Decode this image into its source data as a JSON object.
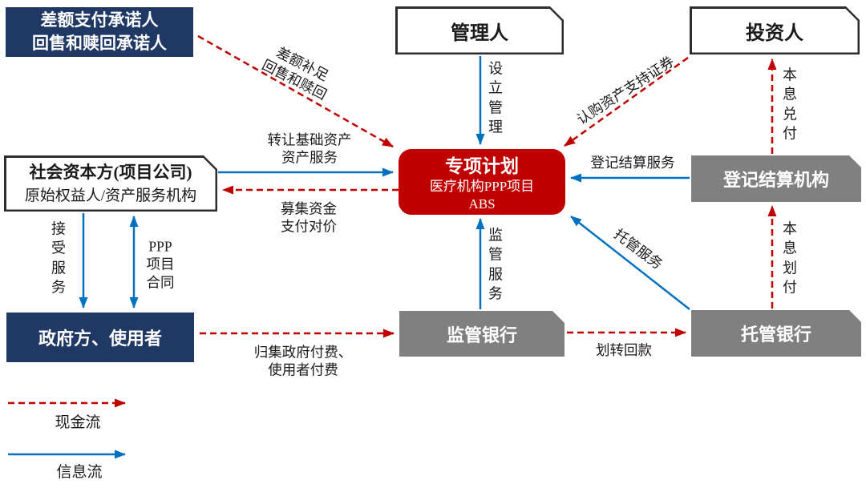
{
  "diagram": {
    "nodes": {
      "promisor": {
        "label": "差额支付承诺人\n回售和赎回承诺人"
      },
      "manager": {
        "label": "管理人"
      },
      "investor": {
        "label": "投资人"
      },
      "sponsor": {
        "title": "社会资本方(项目公司)",
        "subtitle": "原始权益人/资产服务机构"
      },
      "spv": {
        "title": "专项计划",
        "subtitle": "医疗机构PPP项目",
        "subtitle2": "ABS"
      },
      "registry": {
        "label": "登记结算机构"
      },
      "government": {
        "label": "政府方、使用者"
      },
      "supervising_bank": {
        "label": "监管银行"
      },
      "custodian_bank": {
        "label": "托管银行"
      }
    },
    "edges": {
      "shortfall": "差额补足\n回售和赎回",
      "setup": "设立管理",
      "subscribe": "认购资产支持证券",
      "transfer": "转让基础资产\n资产服务",
      "raise": "募集资金\n支付对价",
      "registry_service": "登记结算服务",
      "principal_interest_payment": "本息兑付",
      "accept_service": "接受服务",
      "ppp_contract": "PPP\n项目\n合同",
      "supervision_service": "监管服务",
      "custody_service": "托管服务",
      "principal_interest_transfer": "本息划付",
      "collect_payment": "归集政府付费、\n使用者付费",
      "remit": "划转回款"
    },
    "legend": {
      "cash_flow": "现金流",
      "info_flow": "信息流"
    },
    "colors": {
      "navy": "#1f3864",
      "red": "#c00000",
      "gray": "#808080",
      "blue": "#0070c0",
      "box_border": "#2d2d2d"
    }
  }
}
